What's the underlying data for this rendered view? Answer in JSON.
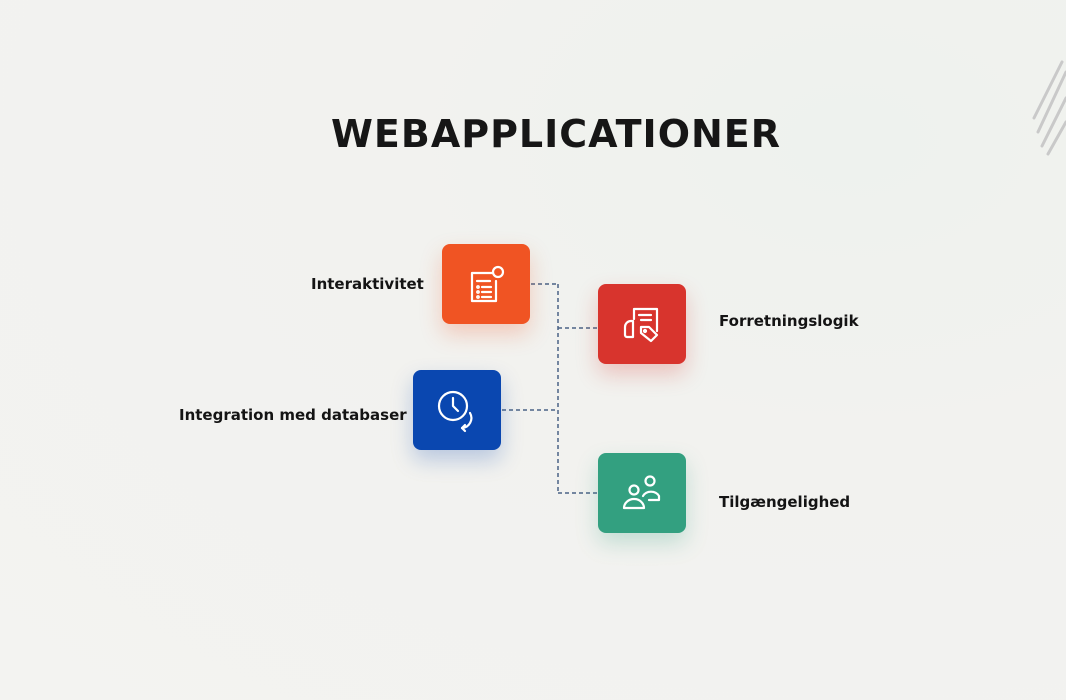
{
  "title": "WEBAPPLICATIONER",
  "nodes": [
    {
      "label": "Interaktivitet",
      "icon": "form-icon",
      "color": "#f05423"
    },
    {
      "label": "Integration med databaser",
      "icon": "clock-icon",
      "color": "#0a47b0"
    },
    {
      "label": "Forretningslogik",
      "icon": "document-tag-icon",
      "color": "#d8342d"
    },
    {
      "label": "Tilgængelighed",
      "icon": "users-icon",
      "color": "#33a080"
    }
  ]
}
